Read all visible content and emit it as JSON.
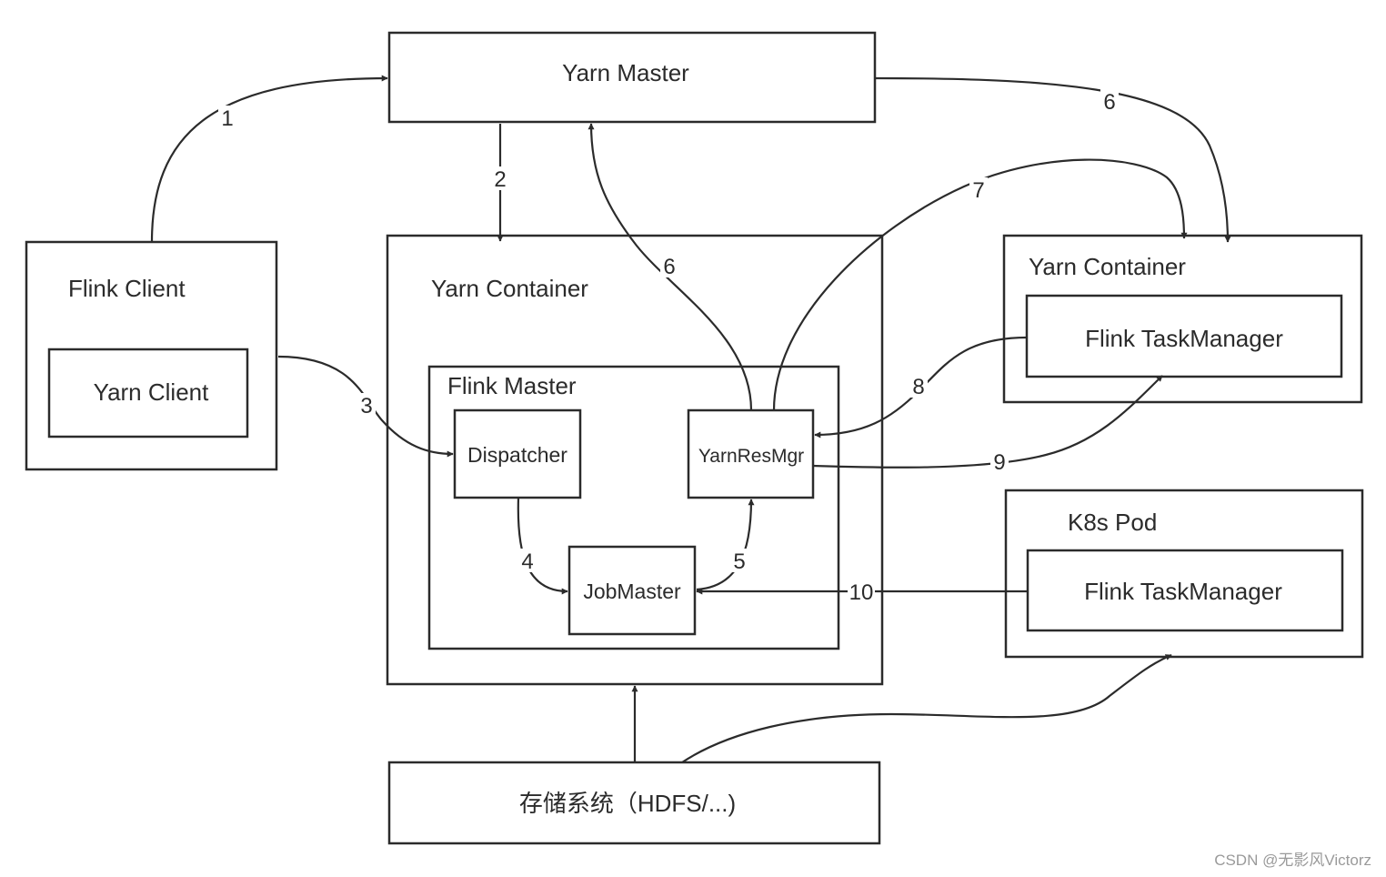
{
  "nodes": {
    "yarn_master": "Yarn Master",
    "flink_client": "Flink Client",
    "yarn_client": "Yarn Client",
    "yarn_container_main": "Yarn Container",
    "flink_master": "Flink Master",
    "dispatcher": "Dispatcher",
    "yarn_res_mgr": "YarnResMgr",
    "job_master": "JobMaster",
    "yarn_container_right": "Yarn Container",
    "flink_taskmanager_yarn": "Flink TaskManager",
    "k8s_pod": "K8s Pod",
    "flink_taskmanager_k8s": "Flink TaskManager",
    "storage": "存储系统（HDFS/...)"
  },
  "edges": {
    "e1": "1",
    "e2": "2",
    "e3": "3",
    "e4": "4",
    "e5": "5",
    "e6a": "6",
    "e6b": "6",
    "e7": "7",
    "e8": "8",
    "e9": "9",
    "e10": "10"
  },
  "watermark": "CSDN @无影风Victorz"
}
